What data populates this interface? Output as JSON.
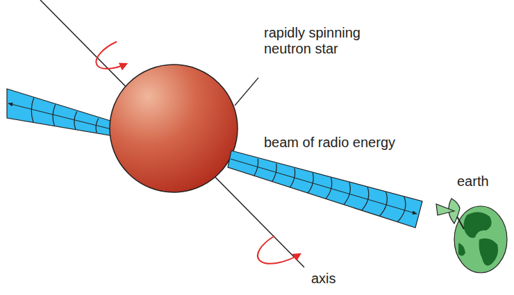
{
  "diagram": {
    "labels": [
      "rapidly spinning neutron star",
      "beam of radio energy",
      "earth",
      "axis"
    ]
  }
}
